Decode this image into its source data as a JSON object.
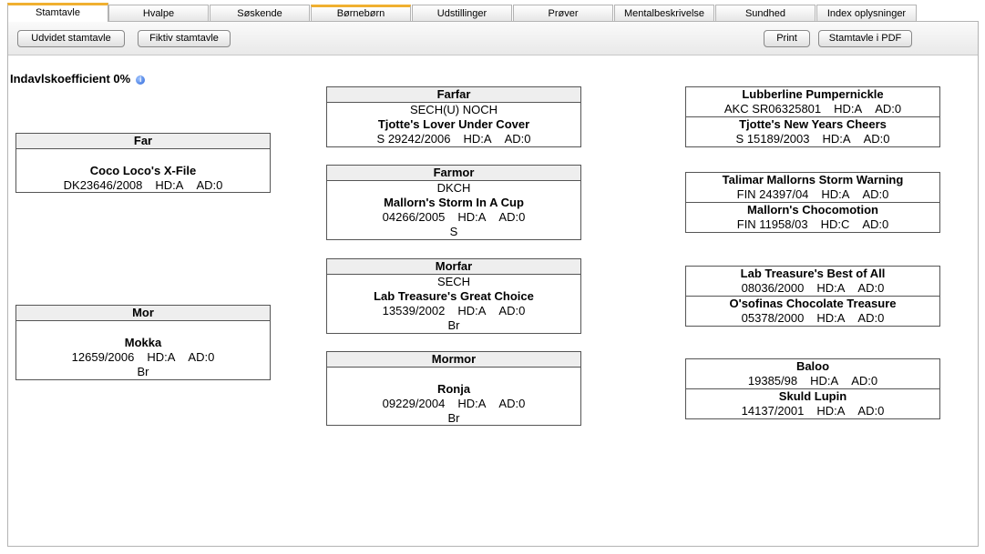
{
  "tabs": [
    "Stamtavle",
    "Hvalpe",
    "Søskende",
    "Børnebørn",
    "Udstillinger",
    "Prøver",
    "Mentalbeskrivelse",
    "Sundhed",
    "Index oplysninger"
  ],
  "toolbar": {
    "extended": "Udvidet stamtavle",
    "fictive": "Fiktiv stamtavle",
    "print": "Print",
    "pdf": "Stamtavle i PDF"
  },
  "coefficient": "Indavlskoefficient 0%",
  "parents": {
    "far": {
      "title": "Far",
      "title_line": "",
      "name": "Coco Loco's X-File",
      "reg": "DK23646/2008",
      "hd": "HD:A",
      "ad": "AD:0",
      "extra": ""
    },
    "mor": {
      "title": "Mor",
      "title_line": "",
      "name": "Mokka",
      "reg": "12659/2006",
      "hd": "HD:A",
      "ad": "AD:0",
      "extra": "Br"
    }
  },
  "grandparents": {
    "farfar": {
      "title": "Farfar",
      "title_line": "SECH(U) NOCH",
      "name": "Tjotte's Lover Under Cover",
      "reg": "S 29242/2006",
      "hd": "HD:A",
      "ad": "AD:0",
      "extra": ""
    },
    "farmor": {
      "title": "Farmor",
      "title_line": "DKCH",
      "name": "Mallorn's Storm In A Cup",
      "reg": "04266/2005",
      "hd": "HD:A",
      "ad": "AD:0",
      "extra": "S"
    },
    "morfar": {
      "title": "Morfar",
      "title_line": "SECH",
      "name": "Lab Treasure's Great Choice",
      "reg": "13539/2002",
      "hd": "HD:A",
      "ad": "AD:0",
      "extra": "Br"
    },
    "mormor": {
      "title": "Mormor",
      "title_line": "",
      "name": "Ronja",
      "reg": "09229/2004",
      "hd": "HD:A",
      "ad": "AD:0",
      "extra": "Br"
    }
  },
  "ancestors": [
    {
      "a": {
        "name": "Lubberline Pumpernickle",
        "reg": "AKC SR06325801",
        "hd": "HD:A",
        "ad": "AD:0"
      },
      "b": {
        "name": "Tjotte's New Years Cheers",
        "reg": "S 15189/2003",
        "hd": "HD:A",
        "ad": "AD:0"
      }
    },
    {
      "a": {
        "name": "Talimar Mallorns Storm Warning",
        "reg": "FIN 24397/04",
        "hd": "HD:A",
        "ad": "AD:0"
      },
      "b": {
        "name": "Mallorn's Chocomotion",
        "reg": "FIN 11958/03",
        "hd": "HD:C",
        "ad": "AD:0"
      }
    },
    {
      "a": {
        "name": "Lab Treasure's Best of All",
        "reg": "08036/2000",
        "hd": "HD:A",
        "ad": "AD:0"
      },
      "b": {
        "name": "O'sofinas Chocolate Treasure",
        "reg": "05378/2000",
        "hd": "HD:A",
        "ad": "AD:0"
      }
    },
    {
      "a": {
        "name": "Baloo",
        "reg": "19385/98",
        "hd": "HD:A",
        "ad": "AD:0"
      },
      "b": {
        "name": "Skuld Lupin",
        "reg": "14137/2001",
        "hd": "HD:A",
        "ad": "AD:0"
      }
    }
  ]
}
